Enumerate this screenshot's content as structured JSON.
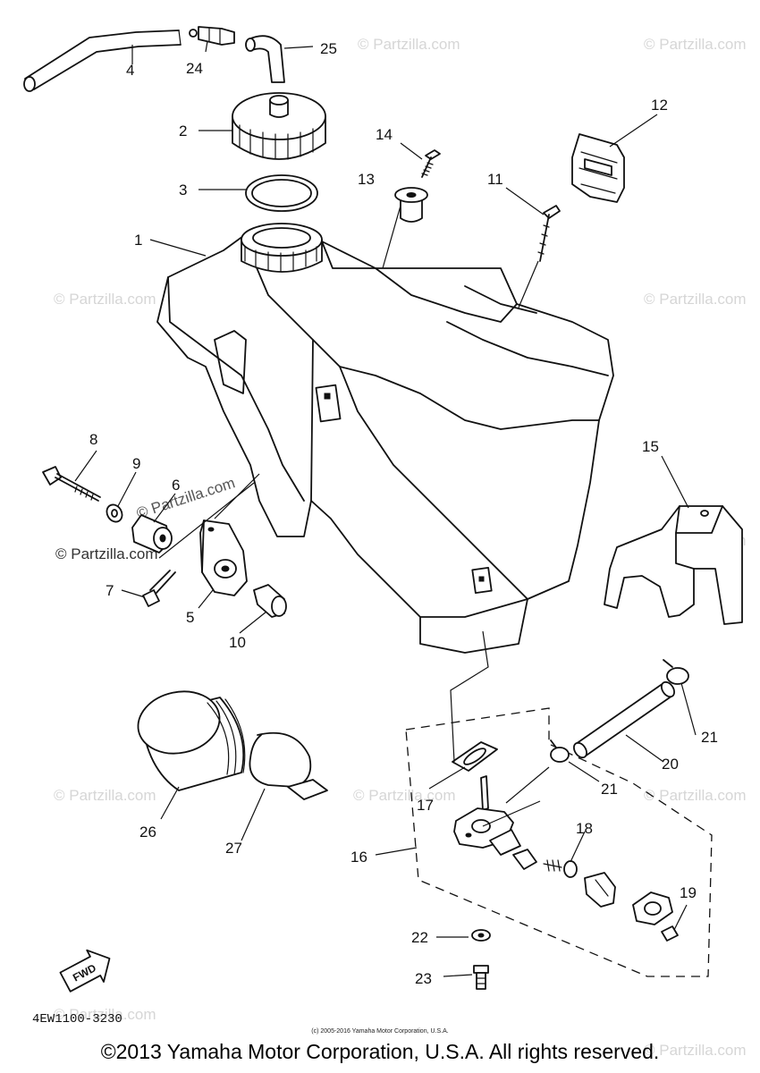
{
  "callouts": [
    {
      "id": "1",
      "label": "1"
    },
    {
      "id": "2",
      "label": "2"
    },
    {
      "id": "3",
      "label": "3"
    },
    {
      "id": "4",
      "label": "4"
    },
    {
      "id": "5",
      "label": "5"
    },
    {
      "id": "6",
      "label": "6"
    },
    {
      "id": "7",
      "label": "7"
    },
    {
      "id": "8",
      "label": "8"
    },
    {
      "id": "9",
      "label": "9"
    },
    {
      "id": "10",
      "label": "10"
    },
    {
      "id": "11",
      "label": "11"
    },
    {
      "id": "12",
      "label": "12"
    },
    {
      "id": "13",
      "label": "13"
    },
    {
      "id": "14",
      "label": "14"
    },
    {
      "id": "15",
      "label": "15"
    },
    {
      "id": "16",
      "label": "16"
    },
    {
      "id": "17",
      "label": "17"
    },
    {
      "id": "18",
      "label": "18"
    },
    {
      "id": "19",
      "label": "19"
    },
    {
      "id": "20",
      "label": "20"
    },
    {
      "id": "21a",
      "label": "21"
    },
    {
      "id": "21b",
      "label": "21"
    },
    {
      "id": "22",
      "label": "22"
    },
    {
      "id": "23",
      "label": "23"
    },
    {
      "id": "24",
      "label": "24"
    },
    {
      "id": "25",
      "label": "25"
    },
    {
      "id": "26",
      "label": "26"
    },
    {
      "id": "27",
      "label": "27"
    }
  ],
  "diagram_code": "4EW1100-3230",
  "fwd_label": "FWD",
  "watermark": "© Partzilla.com",
  "small_copyright": "(c) 2005-2016 Yamaha Motor Corporation, U.S.A.",
  "copyright": "©2013 Yamaha Motor Corporation, U.S.A. All rights reserved."
}
